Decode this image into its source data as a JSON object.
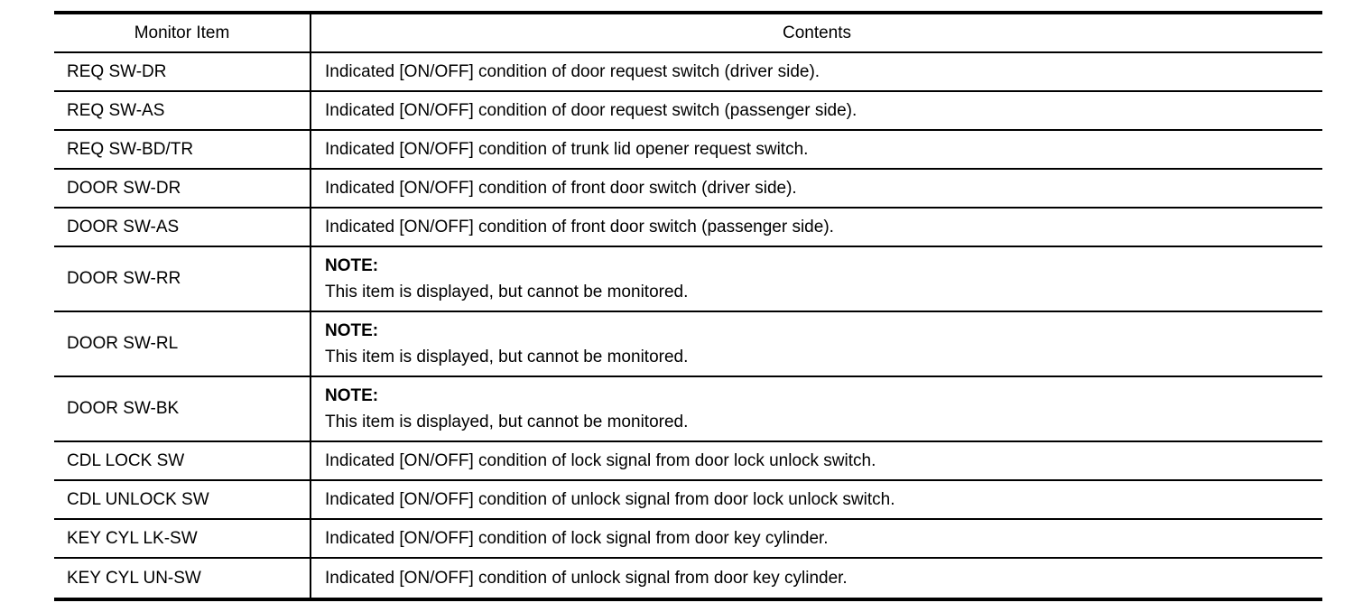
{
  "page": {
    "background_color": "#ffffff",
    "line_color": "#000000",
    "text_color": "#000000"
  },
  "table": {
    "header": {
      "monitor_item": "Monitor Item",
      "contents": "Contents"
    },
    "note_text": "This item is displayed, but cannot be monitored.",
    "rows": [
      {
        "item": "REQ SW-DR",
        "type": "text",
        "content": "Indicated [ON/OFF] condition of door request switch (driver side)."
      },
      {
        "item": "REQ SW-AS",
        "type": "text",
        "content": "Indicated [ON/OFF] condition of door request switch (passenger side)."
      },
      {
        "item": "REQ SW-BD/TR",
        "type": "text",
        "content": "Indicated [ON/OFF] condition of trunk lid opener request switch."
      },
      {
        "item": "DOOR SW-DR",
        "type": "text",
        "content": "Indicated [ON/OFF] condition of front door switch (driver side)."
      },
      {
        "item": "DOOR SW-AS",
        "type": "text",
        "content": "Indicated [ON/OFF] condition of front door switch (passenger side)."
      },
      {
        "item": "DOOR SW-RR",
        "type": "note",
        "note_label": "NOTE:",
        "content": "This item is displayed, but cannot be monitored."
      },
      {
        "item": "DOOR SW-RL",
        "type": "note",
        "note_label": "NOTE:",
        "content": "This item is displayed, but cannot be monitored."
      },
      {
        "item": "DOOR SW-BK",
        "type": "note",
        "note_label": "NOTE:",
        "content": "This item is displayed, but cannot be monitored."
      },
      {
        "item": "CDL LOCK SW",
        "type": "text",
        "content": "Indicated [ON/OFF] condition of lock signal from door lock unlock switch."
      },
      {
        "item": "CDL UNLOCK SW",
        "type": "text",
        "content": "Indicated [ON/OFF] condition of unlock signal from door lock unlock switch."
      },
      {
        "item": "KEY CYL LK-SW",
        "type": "text",
        "content": "Indicated [ON/OFF] condition of lock signal from door key cylinder."
      },
      {
        "item": "KEY CYL UN-SW",
        "type": "text",
        "content": "Indicated [ON/OFF] condition of unlock signal from door key cylinder."
      }
    ]
  }
}
